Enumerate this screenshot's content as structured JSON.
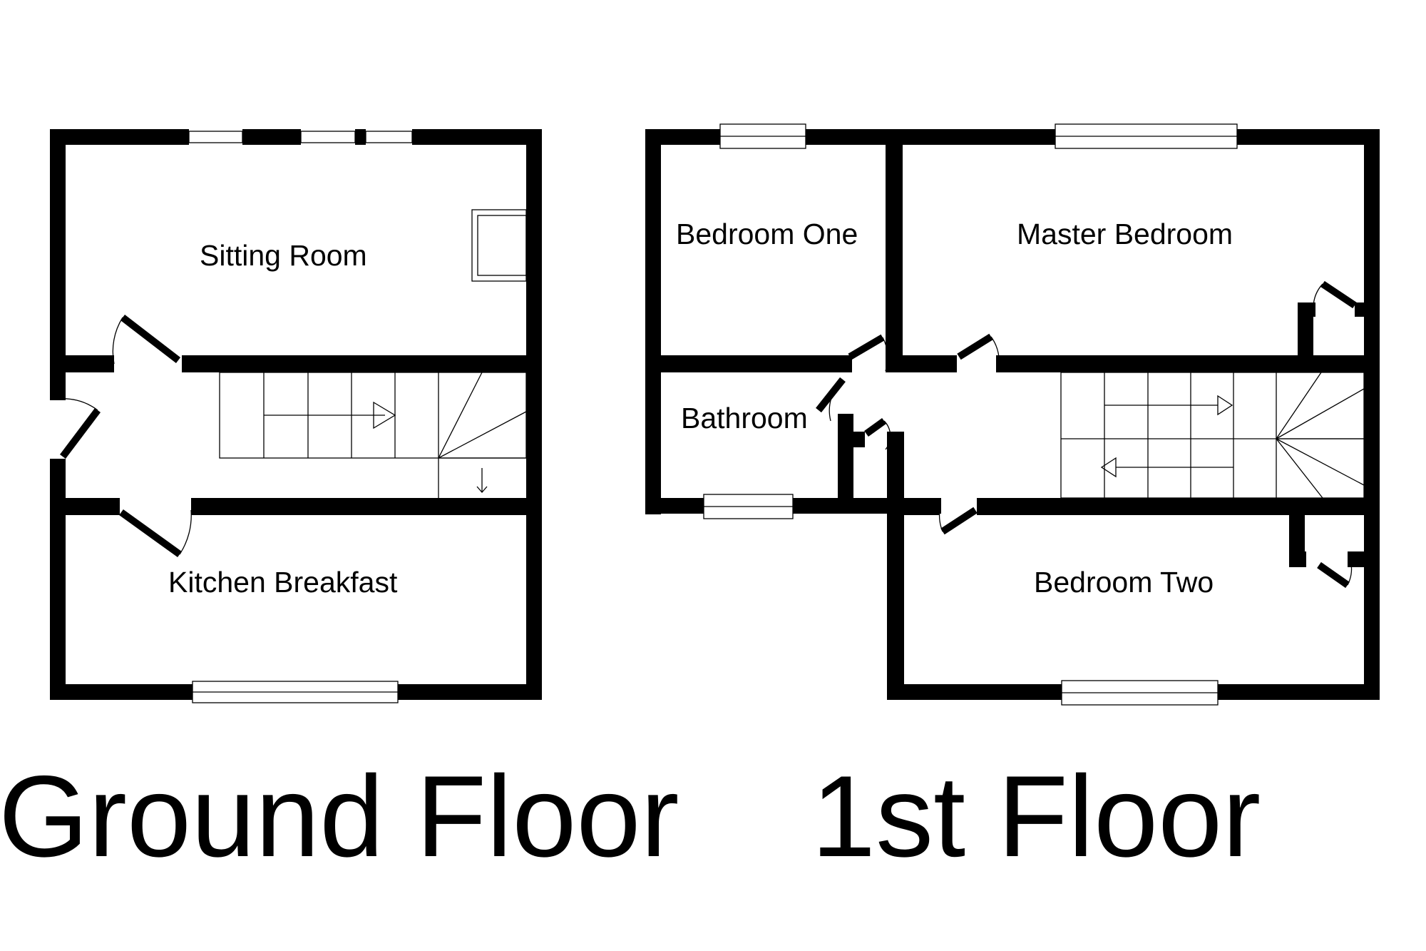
{
  "ground_floor": {
    "title": "Ground Floor",
    "rooms": {
      "sitting_room": "Sitting Room",
      "kitchen_breakfast": "Kitchen Breakfast"
    }
  },
  "first_floor": {
    "title": "1st Floor",
    "rooms": {
      "bedroom_one": "Bedroom One",
      "master_bedroom": "Master Bedroom",
      "bathroom": "Bathroom",
      "bedroom_two": "Bedroom Two"
    }
  },
  "colors": {
    "wall": "#000000",
    "background": "#ffffff"
  }
}
